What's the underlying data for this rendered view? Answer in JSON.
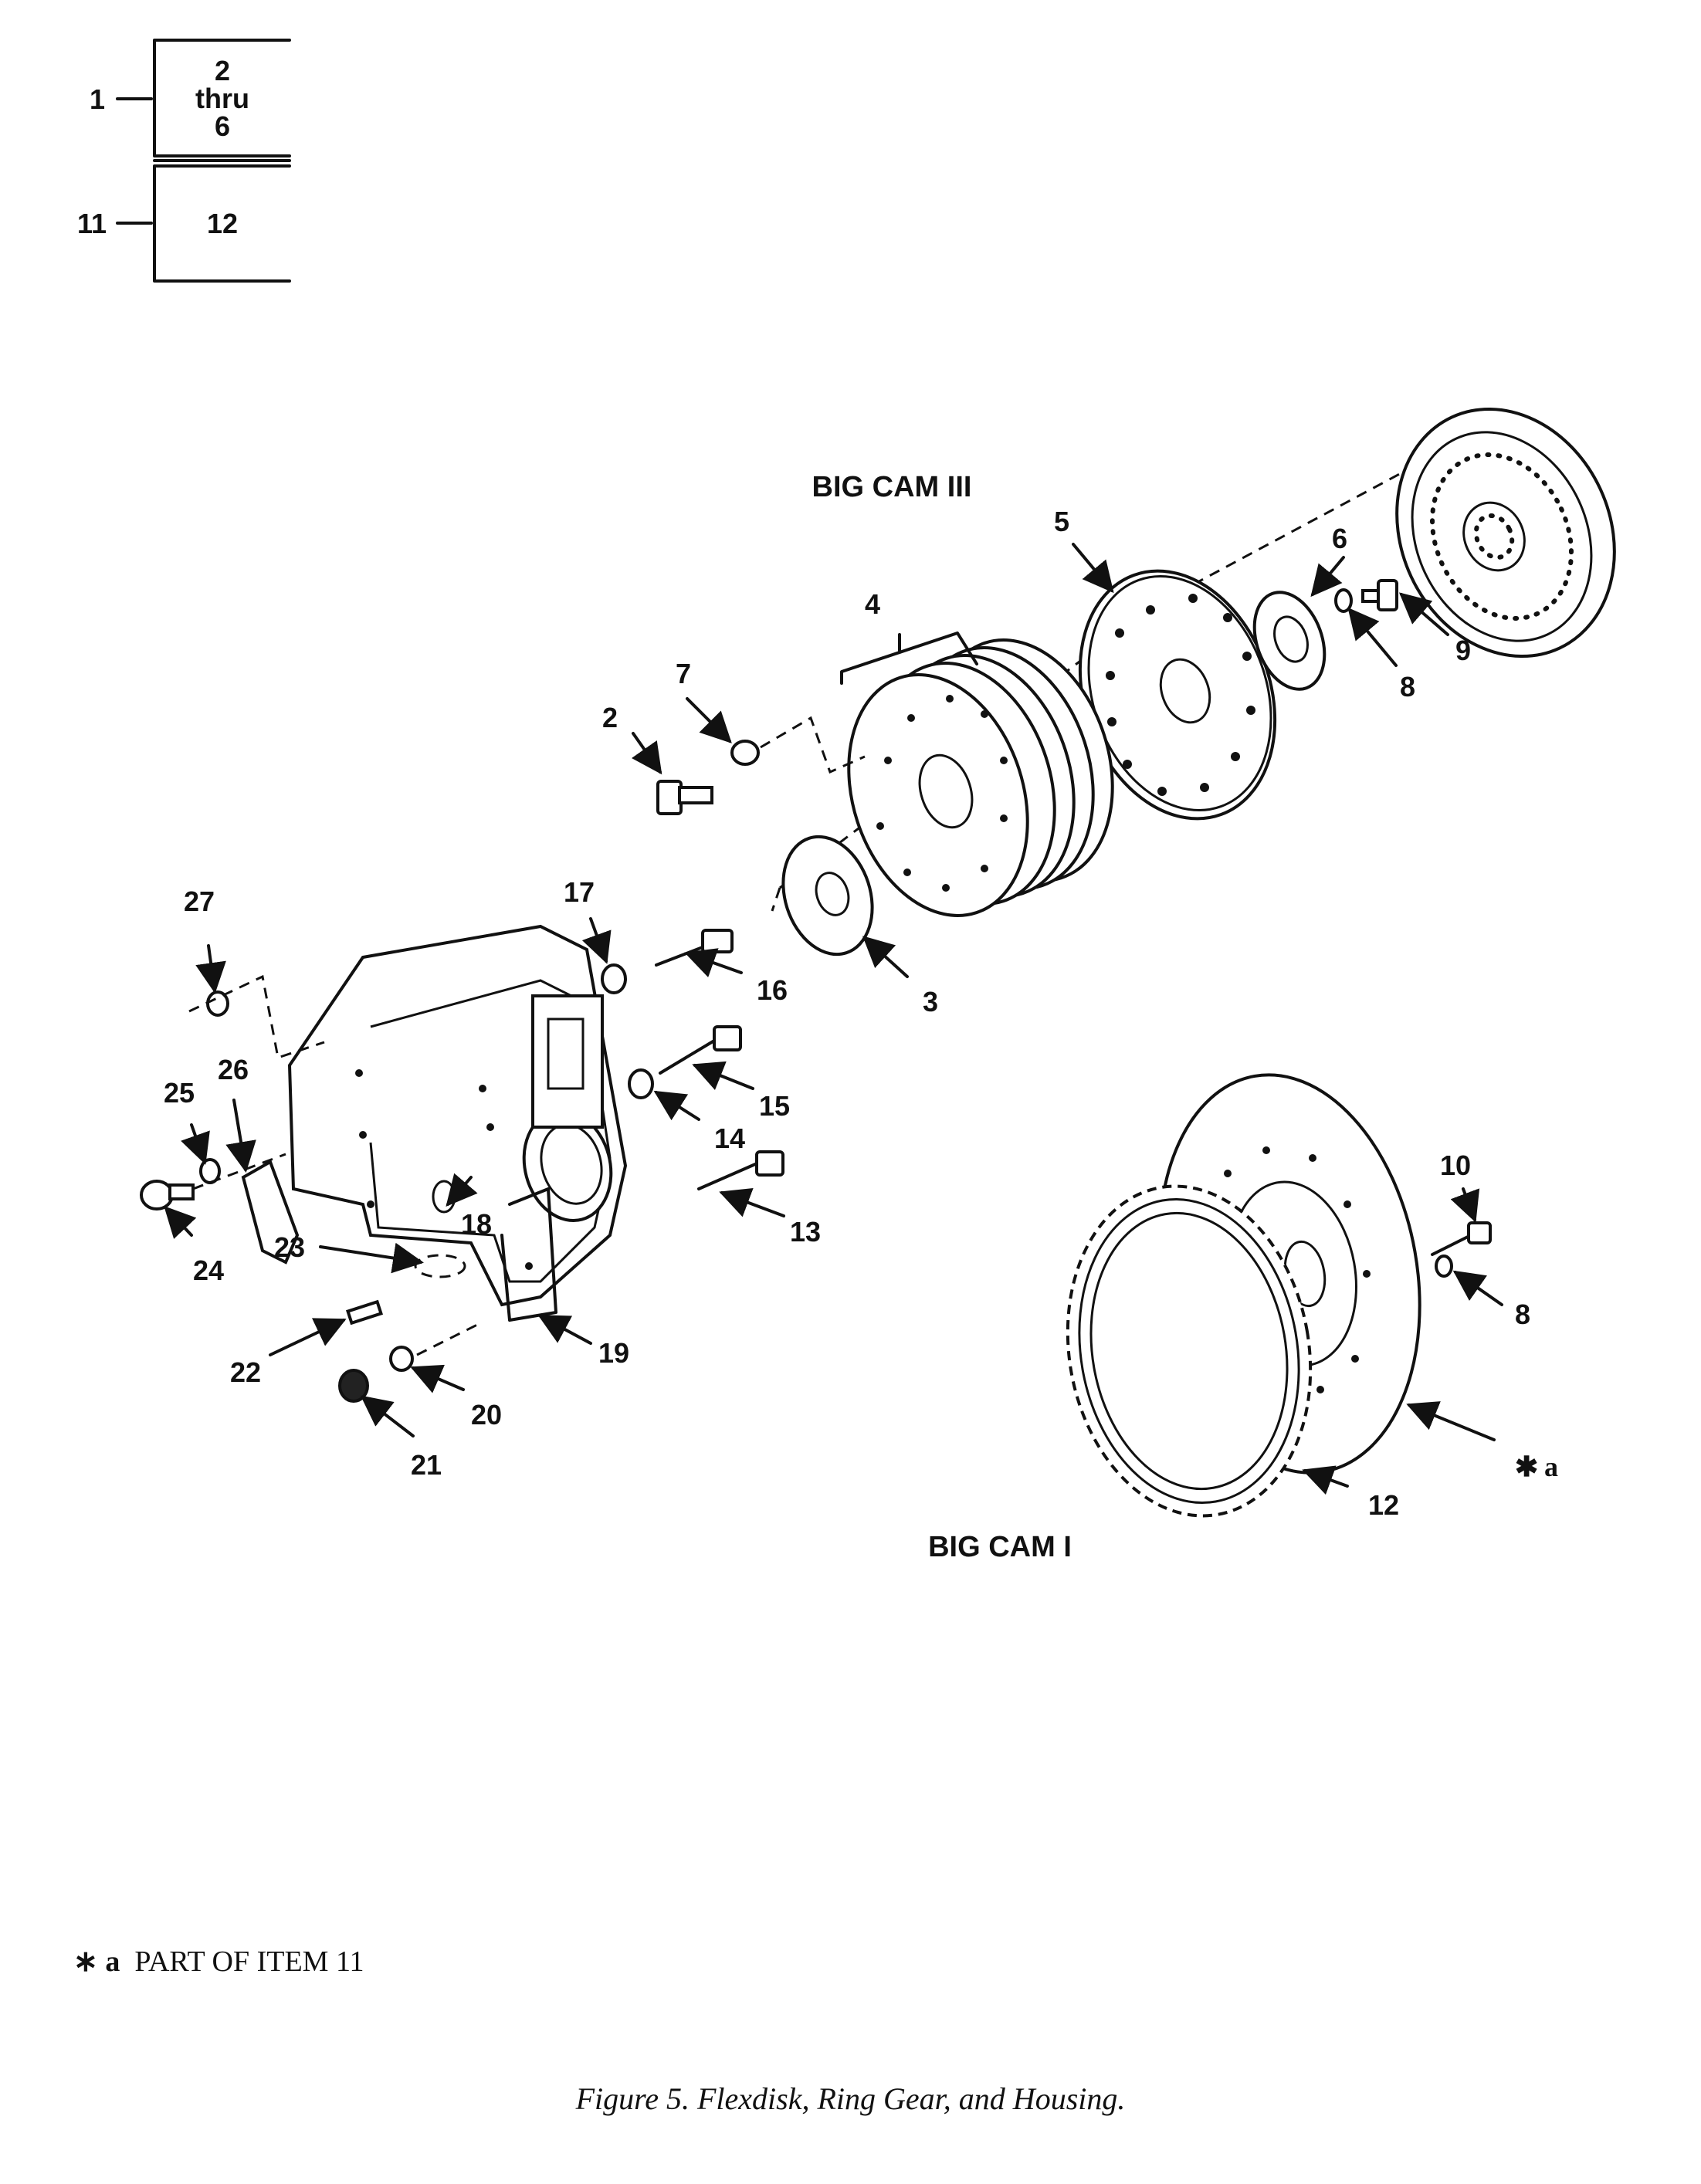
{
  "index_table": [
    {
      "item": "1",
      "contents": [
        "2",
        "thru",
        "6"
      ]
    },
    {
      "item": "11",
      "contents": [
        "12"
      ]
    }
  ],
  "assemblies": [
    {
      "title": "BIG CAM III"
    },
    {
      "title": "BIG CAM I"
    }
  ],
  "callouts": {
    "c1_2": "2",
    "c1_3": "3",
    "c1_4": "4",
    "c1_5": "5",
    "c1_6": "6",
    "c1_7": "7",
    "c1_8": "8",
    "c1_9": "9",
    "c2_13": "13",
    "c2_14": "14",
    "c2_15": "15",
    "c2_16": "16",
    "c2_17": "17",
    "c2_18": "18",
    "c2_19": "19",
    "c2_20": "20",
    "c2_21": "21",
    "c2_22": "22",
    "c2_23": "23",
    "c2_24": "24",
    "c2_25": "25",
    "c2_26": "26",
    "c2_27": "27",
    "c3_10": "10",
    "c3_8": "8",
    "c3_12": "12",
    "c3_a": "a"
  },
  "footnote": {
    "symbol": "∗ a",
    "text": "PART OF ITEM 11"
  },
  "caption": "Figure 5. Flexdisk, Ring Gear, and Housing."
}
